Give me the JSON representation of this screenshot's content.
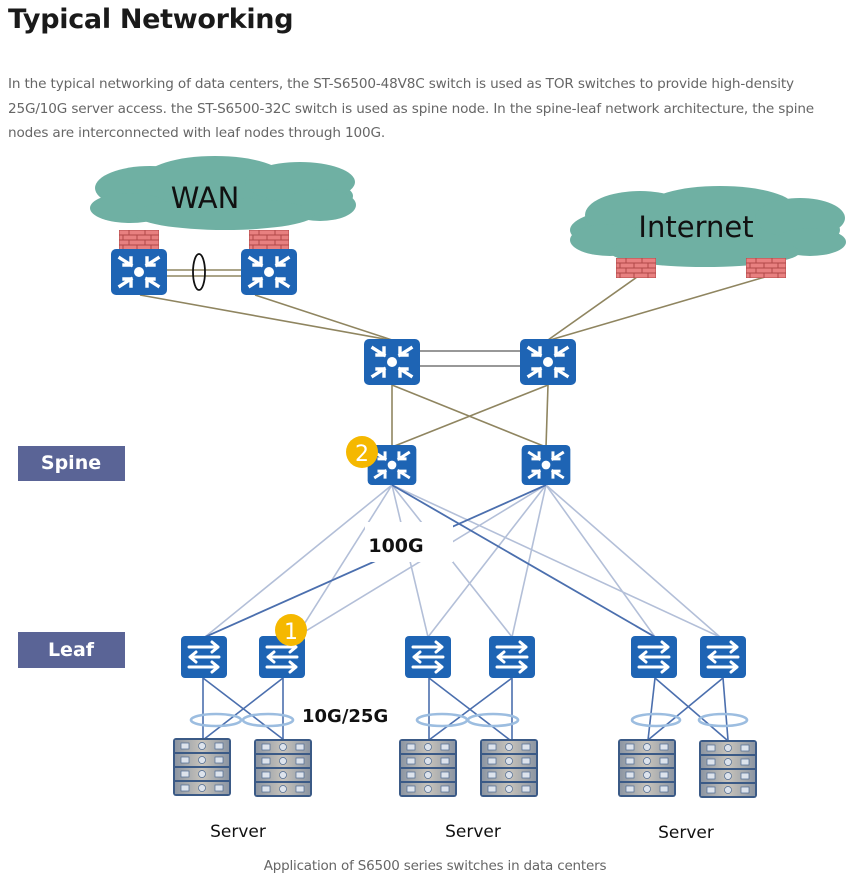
{
  "page": {
    "title": "Typical Networking",
    "intro": "In the typical networking of data centers, the ST-S6500-48V8C switch is used as TOR switches to provide high-density 25G/10G server access. the ST-S6500-32C switch is used as spine node. In the spine-leaf network architecture, the spine nodes are interconnected with leaf nodes through 100G.",
    "caption": "Application of S6500 series switches in data centers"
  },
  "diagram": {
    "clouds": [
      {
        "id": "wan",
        "label": "WAN"
      },
      {
        "id": "internet",
        "label": "Internet"
      }
    ],
    "layer_labels": {
      "spine": "Spine",
      "leaf": "Leaf"
    },
    "link_labels": {
      "spine_leaf": "100G",
      "leaf_server": "10G/25G"
    },
    "callouts": [
      {
        "number": "1",
        "target": "leaf-switch-2"
      },
      {
        "number": "2",
        "target": "spine-switch-1"
      }
    ],
    "server_groups": [
      {
        "label": "Server"
      },
      {
        "label": "Server"
      },
      {
        "label": "Server"
      }
    ],
    "colors": {
      "router_blue": "#1e64b4",
      "cloud_teal": "#6fb0a3",
      "firewall_red": "#e07b7b",
      "label_box": "#5a6496",
      "callout_yellow": "#f5b800",
      "core_link": "#8f8560",
      "fabric_link_light": "#b3bfd8",
      "fabric_link_dark": "#4b6fae",
      "bundle_ring": "#9cbde0"
    }
  }
}
